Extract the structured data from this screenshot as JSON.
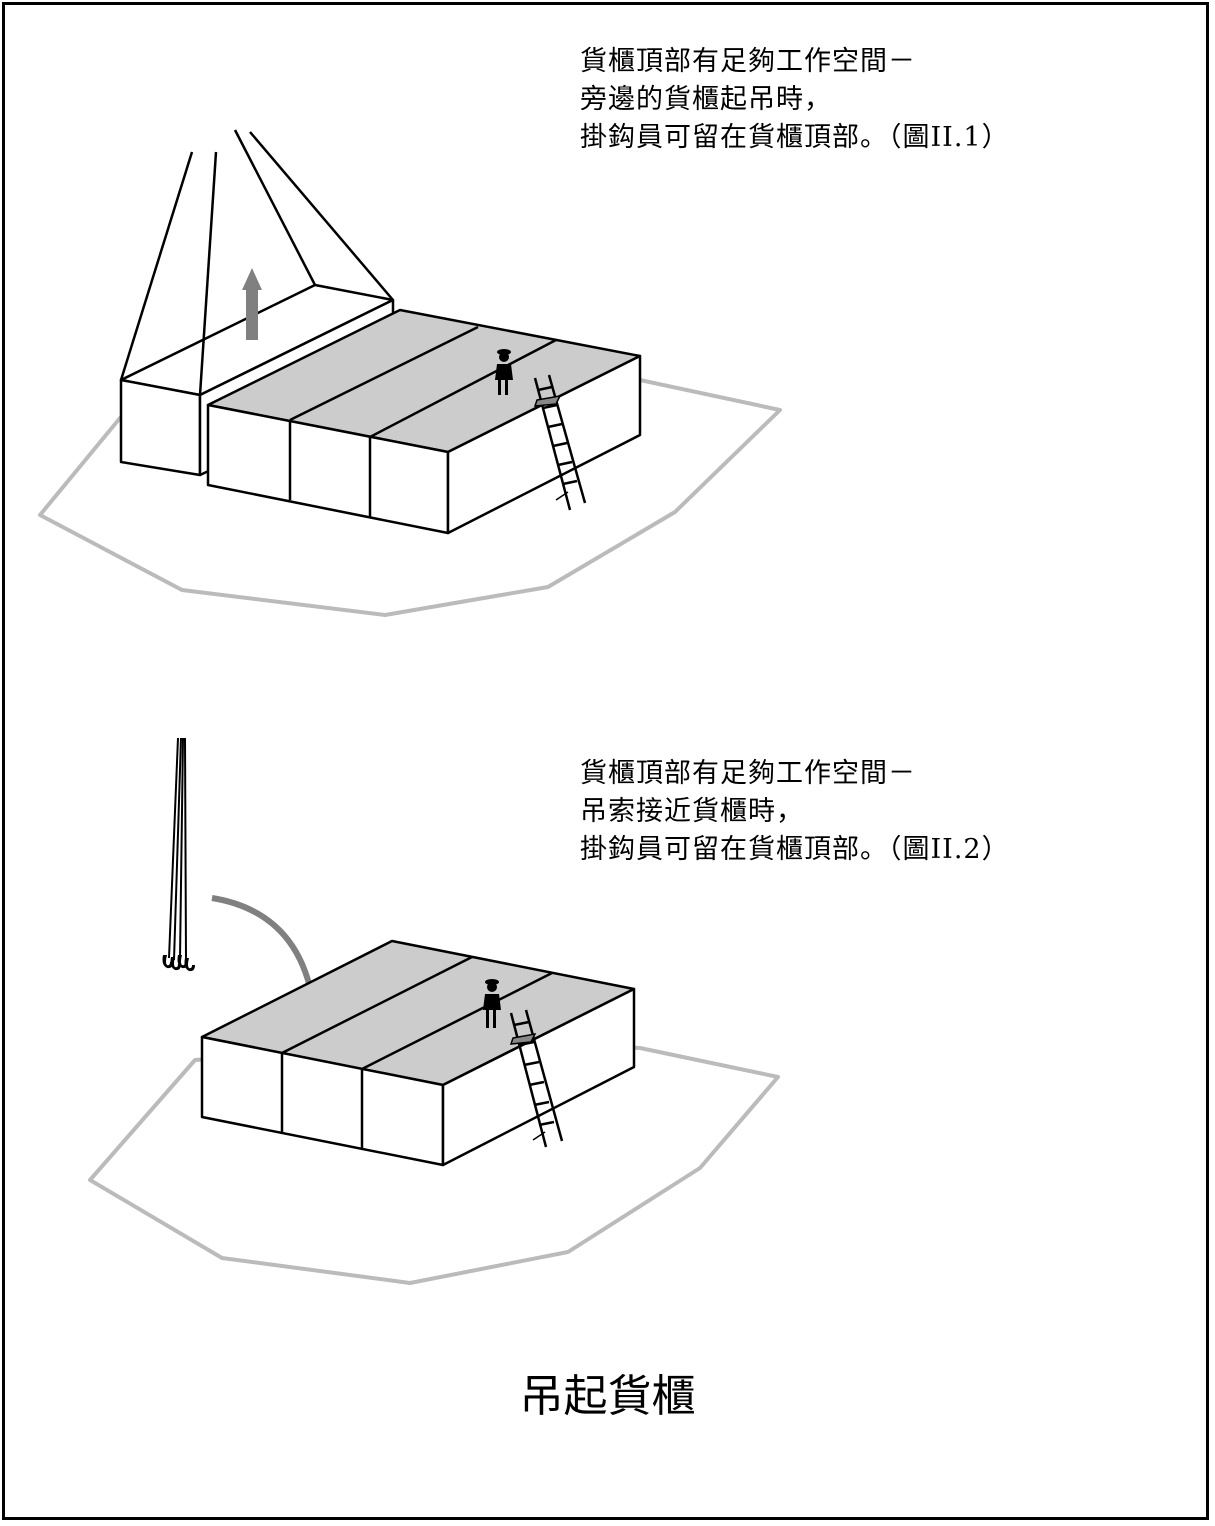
{
  "figure1": {
    "caption_lines": [
      "貨櫃頂部有足夠工作空間－",
      "旁邊的貨櫃起吊時，",
      "掛鈎員可留在貨櫃頂部。（圖II.1）"
    ]
  },
  "figure2": {
    "caption_lines": [
      "貨櫃頂部有足夠工作空間－",
      "吊索接近貨櫃時，",
      "掛鈎員可留在貨櫃頂部。（圖II.2）"
    ]
  },
  "title": "吊起貨櫃",
  "colors": {
    "outline": "#000000",
    "container_top": "#cccccc",
    "ground_outline": "#bbbbbb",
    "arrow": "#808080"
  }
}
